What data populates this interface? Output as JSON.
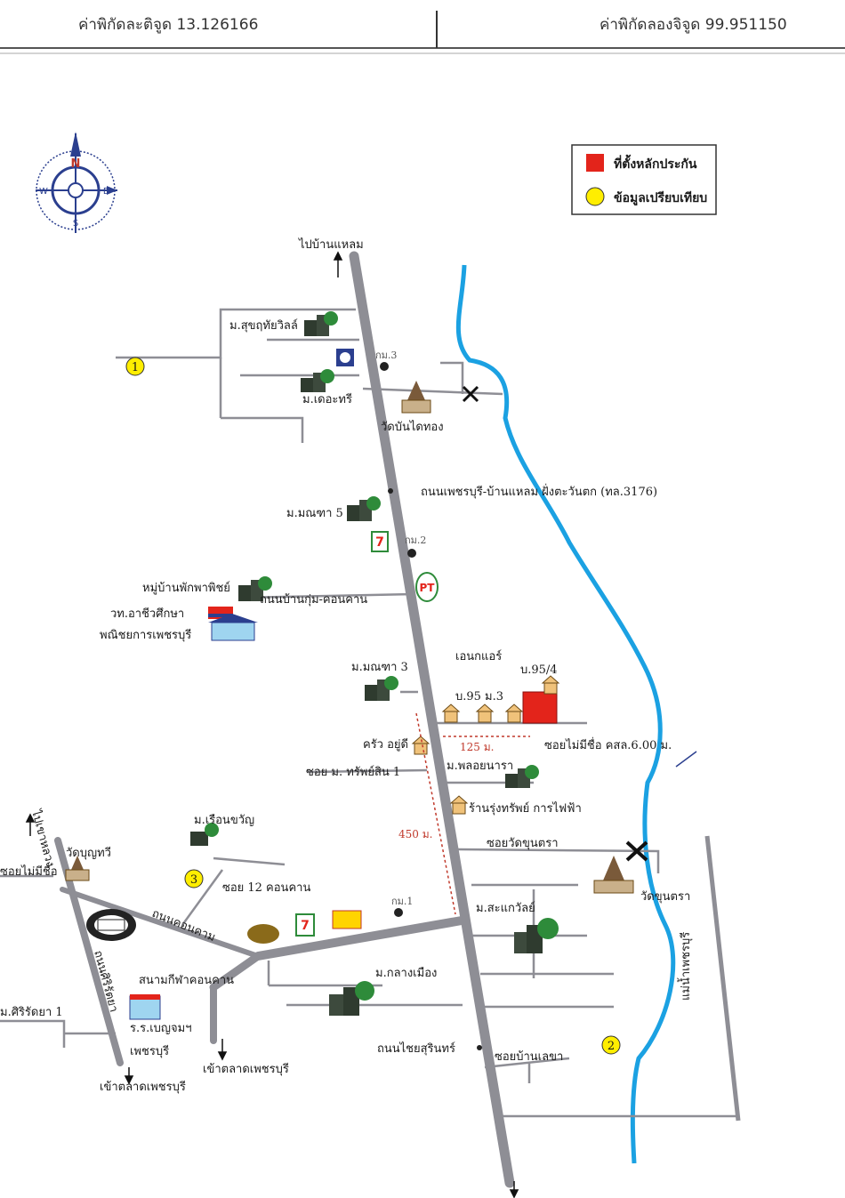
{
  "header": {
    "latitude": "ค่าพิกัดละติจูด 13.126166",
    "longitude": "ค่าพิกัดลองจิจูด 99.951150"
  },
  "compass": {
    "n": "N",
    "s": "S",
    "e": "E",
    "w": "W"
  },
  "legend": {
    "subject": "ที่ตั้งหลักประกัน",
    "comparable": "ข้อมูลเปรียบเทียบ",
    "subject_color": "#e3241b",
    "comparable_color": "#ffee00"
  },
  "colors": {
    "river": "#1ba1e2",
    "road": "#8e8e95",
    "marker_red": "#e3241b"
  },
  "labels": {
    "to_ban_laem": "ไปบ้านแหลม",
    "suk_hathai": "ม.สุขฤทัยวิลล์",
    "the_tree": "ม.เดอะทรี",
    "km3": "กม.3",
    "wat_bandai": "วัดบันไดทอง",
    "main_road": "ถนนเพชรบุรี-บ้านแหลม ฝั่งตะวันตก (ทล.3176)",
    "manja5": "ม.มณฑา 5",
    "km2": "กม.2",
    "phakphaphit": "หมู่บ้านพักพาพิชย์",
    "road_bankum": "ถนนบ้านกุ่ม-คอนคาน",
    "college1": "วท.อาชีวศึกษา",
    "college2": "พณิชยการเพชรบุรี",
    "enoki": "เอนกแอร์",
    "b95_4": "บ.95/4",
    "manja3": "ม.มณฑา 3",
    "b95_m3": "บ.95 ม.3",
    "dist125": "125 ม.",
    "soi_noname": "ซอยไม่มีชื่อ คสล.6.00 ม.",
    "krua": "ครัว อยู่ดี",
    "ploy": "ม.พลอยนารา",
    "soi_sap": "ซอย ม. ทรัพย์สิน 1",
    "ruangsap": "ร้านรุ่งทรัพย์ การไฟฟ้า",
    "dist450": "450 ม.",
    "ruean": "ม.เรือนขวัญ",
    "soi_wat": "ซอยวัดขุนตรา",
    "wat_boon": "วัดบุญทวี",
    "soi_left": "ซอยไม่มีชื่อ",
    "to_left": "ไปเขาหลวง",
    "soi12": "ซอย 12 คอนคาน",
    "km1": "กม.1",
    "sakaew": "ม.สะแกวัลย์",
    "wat_khun": "วัดขุนตรา",
    "road_khon": "ถนนคอนคาม",
    "stadium": "สนามกีฬาคอนคาน",
    "klang": "ม.กลางเมือง",
    "siri": "ม.ศิริรัดยา 1",
    "road_siri": "ถนนศิริรัตยา",
    "school1": "ร.ร.เบญจมฯ",
    "school2": "เพชรบุรี",
    "chai": "ถนนไชยสุรินทร์",
    "soi_ban": "ซอยบ้านเลขา",
    "market1": "เข้าตลาดเพชรบุรี",
    "market2": "เข้าตลาดเพชรบุรี",
    "river": "แม่น้ำเพชรบุรี",
    "pt": "PT",
    "c1": "1",
    "c2": "2",
    "c3": "3",
    "s7": "7"
  }
}
